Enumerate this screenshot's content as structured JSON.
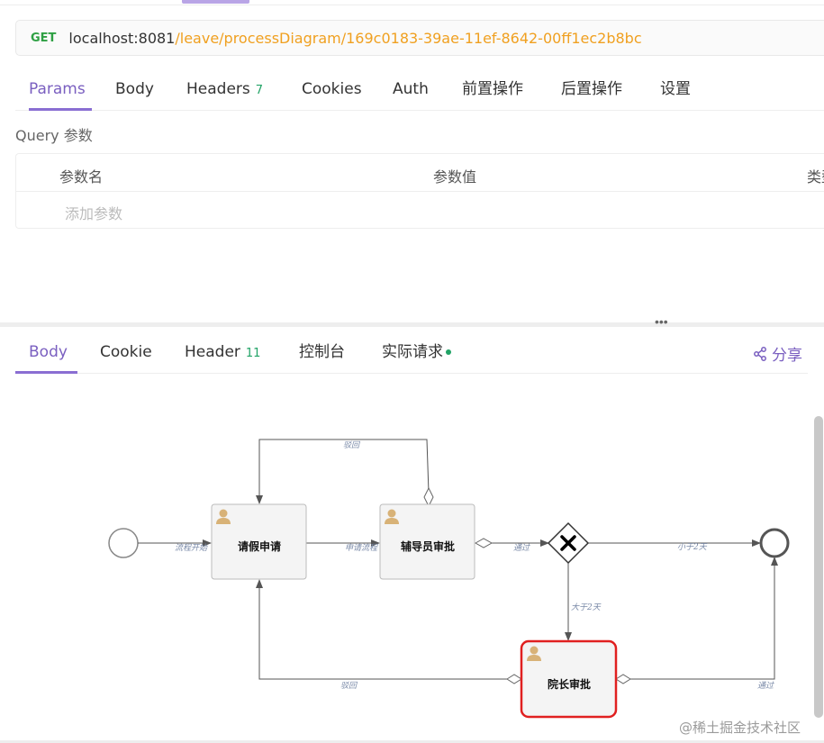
{
  "request": {
    "method": "GET",
    "url_host": "localhost:8081",
    "url_path": "/leave/processDiagram/169c0183-39ae-11ef-8642-00ff1ec2b8bc"
  },
  "request_tabs": [
    {
      "label": "Params",
      "active": true
    },
    {
      "label": "Body"
    },
    {
      "label": "Headers",
      "count": "7"
    },
    {
      "label": "Cookies"
    },
    {
      "label": "Auth"
    },
    {
      "label": "前置操作"
    },
    {
      "label": "后置操作"
    },
    {
      "label": "设置"
    }
  ],
  "query": {
    "label": "Query 参数",
    "columns": [
      "参数名",
      "参数值",
      "类型"
    ],
    "add_placeholder": "添加参数"
  },
  "splitter_handle": "•••",
  "response_tabs": [
    {
      "label": "Body",
      "active": true
    },
    {
      "label": "Cookie"
    },
    {
      "label": "Header",
      "count": "11"
    },
    {
      "label": "控制台"
    },
    {
      "label": "实际请求"
    }
  ],
  "share_label": "分享",
  "diagram": {
    "tasks": {
      "apply": "请假申请",
      "counselor": "辅导员审批",
      "dean": "院长审批"
    },
    "flows": {
      "start_flow": "流程开始",
      "submit": "申请流程",
      "reject_top": "驳回",
      "pass1": "通过",
      "less_than": "小于2天",
      "more_than": "大于2天",
      "reject_bottom": "驳回",
      "pass2": "通过"
    }
  },
  "watermark": "@稀土掘金技术社区",
  "colors": {
    "accent": "#7a5fc0",
    "method_get": "#2ea043",
    "url_path": "#f0a020",
    "count_badge": "#21a366",
    "active_task_border": "#e02020"
  }
}
